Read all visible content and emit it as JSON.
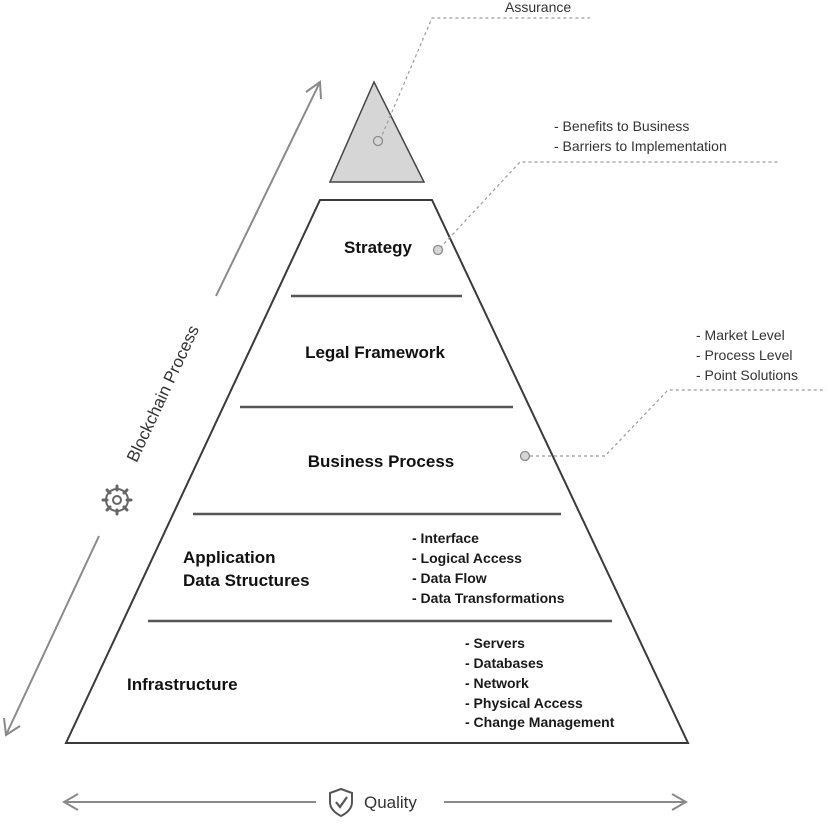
{
  "pyramid": {
    "apex_label": "Assurance",
    "levels": [
      {
        "title": "Strategy"
      },
      {
        "title": "Legal Framework"
      },
      {
        "title": "Business Process"
      },
      {
        "title_lines": [
          "Application",
          "Data Structures"
        ],
        "items": [
          "- Interface",
          "- Logical Access",
          "- Data Flow",
          "- Data Transformations"
        ]
      },
      {
        "title": "Infrastructure",
        "items": [
          "- Servers",
          "- Databases",
          "- Network",
          "- Physical Access",
          "- Change Management"
        ]
      }
    ]
  },
  "callouts": {
    "strategy": [
      "- Benefits to Business",
      "- Barriers to Implementation"
    ],
    "business_process": [
      "- Market Level",
      "- Process Level",
      "- Point Solutions"
    ]
  },
  "axes": {
    "vertical_label": "Blockchain Process",
    "horizontal_label": "Quality",
    "vertical_icon": "gear-icon",
    "horizontal_icon": "shield-check-icon"
  },
  "colors": {
    "apex_fill": "#d6d6d6",
    "outline": "#3a3a3a",
    "guide": "#9a9a9a"
  }
}
